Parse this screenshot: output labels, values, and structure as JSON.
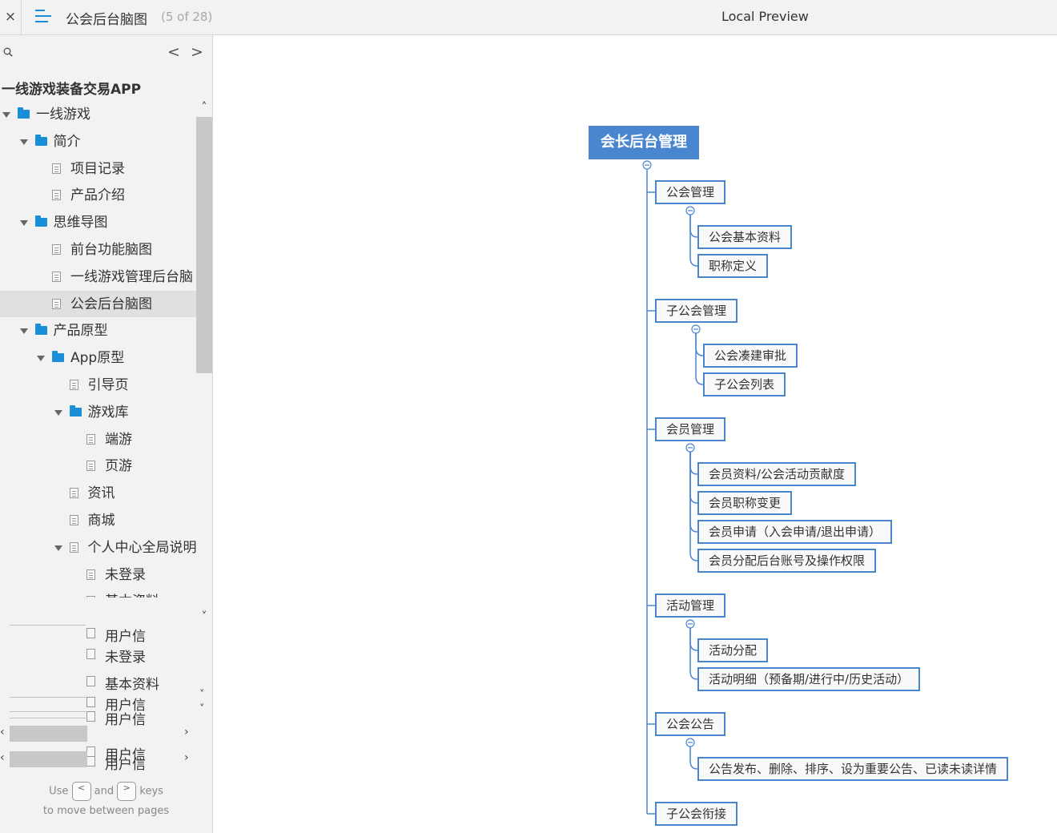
{
  "topbar": {
    "close_label": "×",
    "title": "公会后台脑图",
    "page_count": "(5 of 28)",
    "preview_label": "Local Preview"
  },
  "sidebar": {
    "project_title": "一线游戏装备交易APP",
    "tree": [
      {
        "label": "一线游戏",
        "kind": "folder",
        "depth": 0,
        "expanded": true
      },
      {
        "label": "简介",
        "kind": "folder",
        "depth": 1,
        "expanded": true
      },
      {
        "label": "项目记录",
        "kind": "page",
        "depth": 2
      },
      {
        "label": "产品介绍",
        "kind": "page",
        "depth": 2
      },
      {
        "label": "思维导图",
        "kind": "folder",
        "depth": 1,
        "expanded": true
      },
      {
        "label": "前台功能脑图",
        "kind": "page",
        "depth": 2
      },
      {
        "label": "一线游戏管理后台脑",
        "kind": "page",
        "depth": 2
      },
      {
        "label": "公会后台脑图",
        "kind": "page",
        "depth": 2,
        "selected": true
      },
      {
        "label": "产品原型",
        "kind": "folder",
        "depth": 1,
        "expanded": true
      },
      {
        "label": "App原型",
        "kind": "folder",
        "depth": 2,
        "expanded": true
      },
      {
        "label": "引导页",
        "kind": "page",
        "depth": 3
      },
      {
        "label": "游戏库",
        "kind": "folder",
        "depth": 3,
        "expanded": true
      },
      {
        "label": "端游",
        "kind": "page",
        "depth": 4
      },
      {
        "label": "页游",
        "kind": "page",
        "depth": 4
      },
      {
        "label": "资讯",
        "kind": "page",
        "depth": 3
      },
      {
        "label": "商城",
        "kind": "page",
        "depth": 3
      },
      {
        "label": "个人中心全局说明",
        "kind": "page",
        "depth": 3,
        "expanded": true
      },
      {
        "label": "未登录",
        "kind": "page",
        "depth": 4
      },
      {
        "label": "基本资料",
        "kind": "page",
        "depth": 4
      }
    ],
    "ghost_rows": [
      "用户信",
      "未登录",
      "基本资料",
      "用户信",
      "用户信",
      "用户信",
      "用户信"
    ],
    "hint": {
      "use": "Use",
      "and": "and",
      "keys": "keys",
      "line2": "to move between pages",
      "prev_key": "<",
      "next_key": ">"
    }
  },
  "mindmap": {
    "root": "会长后台管理",
    "branches": [
      {
        "label": "公会管理",
        "children": [
          "公会基本资料",
          "职称定义"
        ]
      },
      {
        "label": "子公会管理",
        "children": [
          "公会凑建审批",
          "子公会列表"
        ]
      },
      {
        "label": "会员管理",
        "children": [
          "会员资料/公会活动贡献度",
          "会员职称变更",
          "会员申请（入会申请/退出申请）",
          "会员分配后台账号及操作权限"
        ]
      },
      {
        "label": "活动管理",
        "children": [
          "活动分配",
          "活动明细（预备期/进行中/历史活动）"
        ]
      },
      {
        "label": "公会公告",
        "children": [
          "公告发布、删除、排序、设为重要公告、已读未读详情"
        ]
      },
      {
        "label": "子公会衔接",
        "children": []
      }
    ],
    "line_color": "#4a86d0"
  }
}
